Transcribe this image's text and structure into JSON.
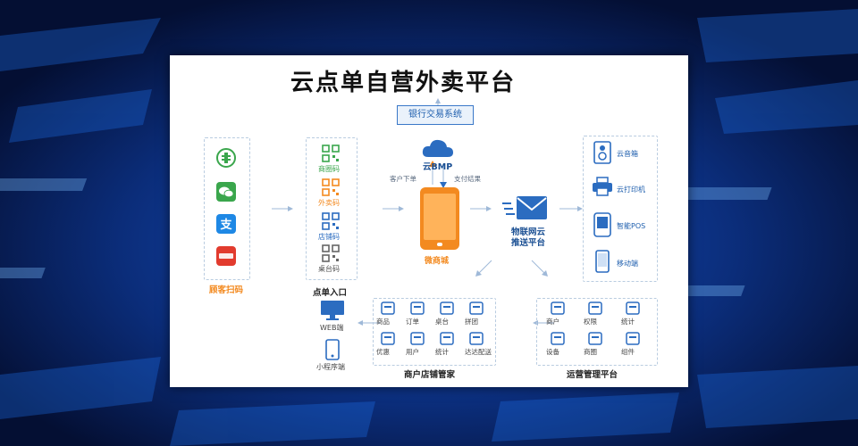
{
  "title": "云点单自营外卖平台",
  "bank_system": "银行交易系统",
  "cloud_label": "云BMP",
  "arrow_order": "客户下单",
  "arrow_pay": "支付结果",
  "mall_label": "微商城",
  "push_platform": [
    "物联网云",
    "推送平台"
  ],
  "col_scan": {
    "heading": "顾客扫码"
  },
  "col_entry": {
    "heading": "点单入口",
    "items": [
      "商圈码",
      "外卖码",
      "店铺码",
      "桌台码"
    ]
  },
  "col_devices": {
    "items": [
      "云音箱",
      "云打印机",
      "智能POS",
      "移动端"
    ]
  },
  "client_col": {
    "items": [
      "WEB端",
      "小程序端"
    ]
  },
  "merchant": {
    "heading": "商户店铺管家",
    "items": [
      "商品",
      "订单",
      "桌台",
      "拼团",
      "优惠",
      "用户",
      "统计",
      "达达配送"
    ]
  },
  "ops": {
    "heading": "运营管理平台",
    "items": [
      "商户",
      "权限",
      "统计",
      "设备",
      "商圈",
      "组件"
    ]
  },
  "colors": {
    "blue": "#2b6cc0",
    "orange": "#f38a20",
    "green": "#3aa64c",
    "red": "#e23b2e"
  }
}
